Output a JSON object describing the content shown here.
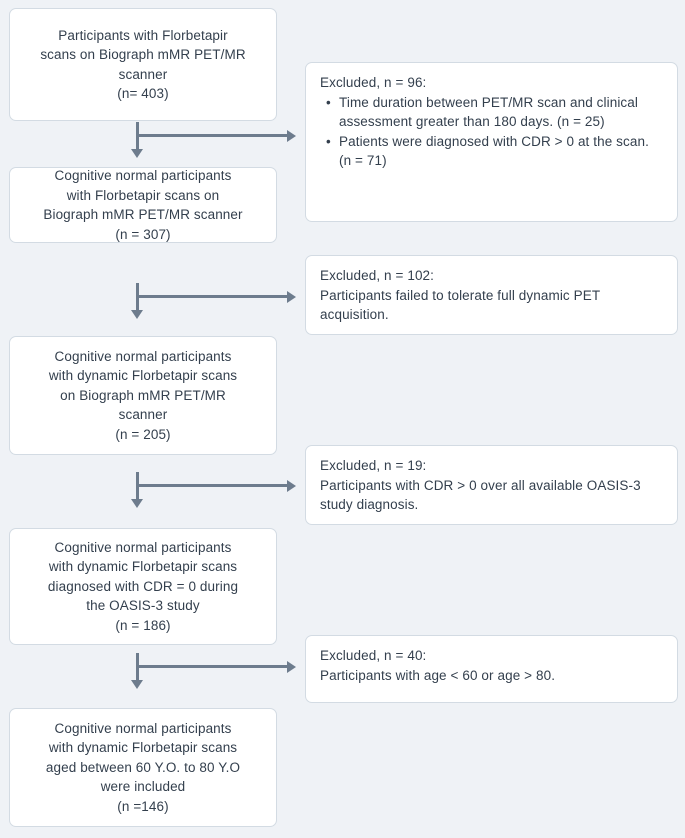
{
  "diagram": {
    "type": "participant-flow-chart",
    "background_color": "#eff2f6",
    "box_color": "#ffffff",
    "box_border_color": "#d3dbe3",
    "connector_color": "#6d7c8d",
    "flow_boxes": [
      {
        "id": "enrolled",
        "lines": [
          "Participants with Florbetapir",
          "scans on Biograph mMR PET/MR",
          "scanner",
          "(n= 403)"
        ],
        "n": 403
      },
      {
        "id": "cognitive-normal",
        "lines": [
          "Cognitive normal participants",
          "with Florbetapir scans on",
          "Biograph mMR PET/MR scanner",
          "(n = 307)"
        ],
        "n": 307
      },
      {
        "id": "dynamic-scans",
        "lines": [
          "Cognitive normal participants",
          "with dynamic Florbetapir scans",
          "on Biograph mMR PET/MR",
          "scanner",
          "(n = 205)"
        ],
        "n": 205
      },
      {
        "id": "cdr-zero",
        "lines": [
          "Cognitive normal participants",
          "with dynamic Florbetapir scans",
          "diagnosed with CDR = 0 during",
          "the OASIS-3 study",
          "(n = 186)"
        ],
        "n": 186
      },
      {
        "id": "final-included",
        "lines": [
          "Cognitive normal participants",
          "with dynamic Florbetapir scans",
          "aged between 60 Y.O. to 80 Y.O",
          "were included",
          "(n =146)"
        ],
        "n": 146
      }
    ],
    "exclusion_boxes": [
      {
        "id": "exclusion-1",
        "heading": "Excluded, n = 96:",
        "n": 96,
        "bullets": [
          "Time duration between PET/MR scan and clinical assessment greater than 180 days. (n = 25)",
          "Patients were diagnosed with CDR > 0 at the scan. (n = 71)"
        ],
        "body": ""
      },
      {
        "id": "exclusion-2",
        "heading": "Excluded, n = 102:",
        "n": 102,
        "bullets": [],
        "body": "Participants failed to tolerate full dynamic PET acquisition."
      },
      {
        "id": "exclusion-3",
        "heading": "Excluded, n = 19:",
        "n": 19,
        "bullets": [],
        "body": "Participants with CDR > 0 over all available OASIS-3 study diagnosis."
      },
      {
        "id": "exclusion-4",
        "heading": "Excluded, n = 40:",
        "n": 40,
        "bullets": [],
        "body": "Participants with age < 60 or age > 80."
      }
    ]
  }
}
